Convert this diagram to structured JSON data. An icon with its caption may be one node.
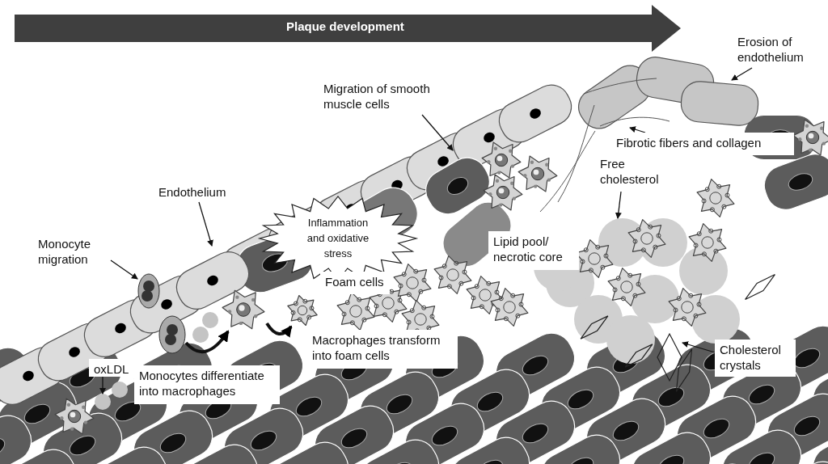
{
  "diagram": {
    "nodes": [
      {
        "text": [
          "Plaque development"
        ]
      },
      {
        "text": [
          "Erosion of endothelium"
        ]
      },
      {
        "text": [
          "Migration of smooth muscle cells"
        ]
      },
      {
        "text": [
          "Fibrotic fibers and collagen"
        ]
      },
      {
        "text": [
          "Endothelium"
        ]
      },
      {
        "text": [
          "Free cholesterol"
        ]
      },
      {
        "text": [
          "Monocyte migration"
        ]
      },
      {
        "text": [
          "Inflammation and oxidative stress"
        ]
      },
      {
        "text": [
          "Lipid pool/ necrotic core"
        ]
      },
      {
        "text": [
          "Foam cells"
        ]
      },
      {
        "text": [
          "Macrophages transform into foam cells"
        ]
      },
      {
        "text": [
          "oxLDL"
        ]
      },
      {
        "text": [
          "Monocytes differentiate into macrophages"
        ]
      },
      {
        "text": [
          "Cholesterol crystals"
        ]
      },
      {
        "text": [],
        "shape": "circle"
      },
      {
        "text": [],
        "shape": "picture"
      },
      {
        "text": [],
        "shape": "picture"
      },
      {
        "text": [],
        "shape": "picture"
      },
      {
        "text": [],
        "shape": "picture"
      },
      {
        "text": [],
        "shape": "picture"
      },
      {
        "text": [],
        "shape": "picture"
      },
      {
        "text": [],
        "shape": "picture"
      },
      {
        "text": [],
        "shape": "diamond"
      },
      {
        "text": [],
        "shape": "box"
      },
      {
        "text": [],
        "shape": "picture"
      },
      {
        "text": [],
        "shape": "picture"
      },
      {
        "text": [],
        "shape": "picture"
      },
      {
        "text": [],
        "shape": "picture"
      },
      {
        "text": [],
        "shape": "picture"
      },
      {
        "text": [],
        "shape": "picture"
      },
      {
        "text": [],
        "shape": "circle"
      },
      {
        "text": [],
        "shape": "circle"
      },
      {
        "text": [],
        "shape": "circle"
      }
    ],
    "edges": [
      {
        "from": 1,
        "to": 23,
        "arrow": "to"
      },
      {
        "from": 2,
        "to": 20,
        "arrow": "to"
      },
      {
        "from": 3,
        "to": 24,
        "arrow": "to"
      },
      {
        "from": 4,
        "to": 17,
        "arrow": "to"
      },
      {
        "from": 5,
        "to": 21,
        "arrow": "to"
      },
      {
        "from": 6,
        "to": 15,
        "arrow": "to"
      },
      {
        "from": 11,
        "to": 14,
        "arrow": "to"
      },
      {
        "from": 13,
        "to": 22,
        "arrow": "to"
      },
      {
        "from": 16,
        "to": 18,
        "arrow": "to",
        "style": "thick"
      },
      {
        "from": 18,
        "to": 19,
        "arrow": "to",
        "style": "thick"
      }
    ]
  }
}
